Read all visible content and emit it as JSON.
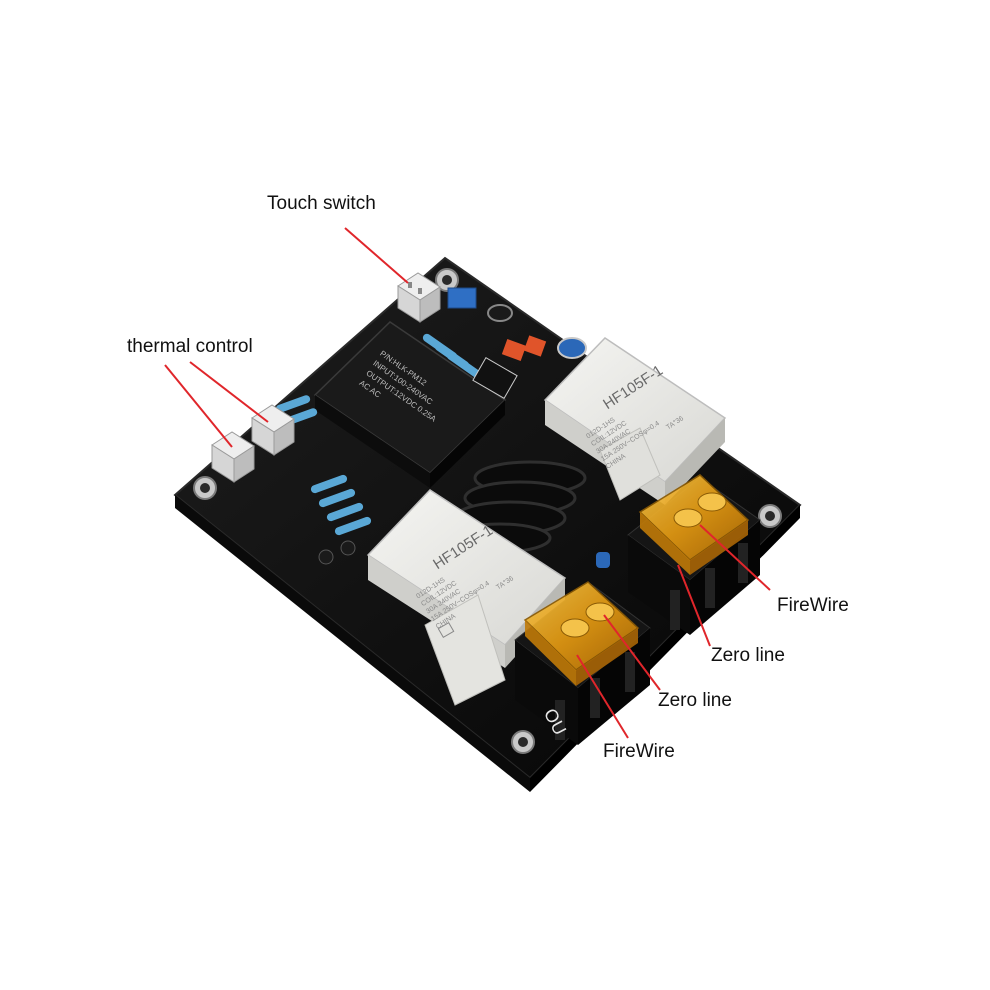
{
  "labels": {
    "touch_switch": "Touch switch",
    "thermal_control": "thermal control",
    "firewire_right": "FireWire",
    "zero_line_right": "Zero line",
    "zero_line_left": "Zero line",
    "firewire_left": "FireWire"
  },
  "relays": {
    "model": "HF105F-1",
    "spec_lines": [
      "012D-1HS",
      "COIL:12VDC",
      "30A 240VAC",
      "15A 250V~COSφ=0.4",
      "CHINA",
      "TA°36"
    ]
  },
  "power_module": {
    "lines": [
      "P/N:HLK-PM12",
      "INPUT:100-240VAC",
      "OUTPUT:12VDC 0.25A",
      "AC  AC"
    ]
  },
  "silkscreen": {
    "board_mark": "OU"
  },
  "colors": {
    "board": "#121212",
    "relay": "#e9e9e6",
    "fuse": "#e9a21a",
    "callout_line": "#e0262b",
    "resistor": "#5aa8d6"
  }
}
